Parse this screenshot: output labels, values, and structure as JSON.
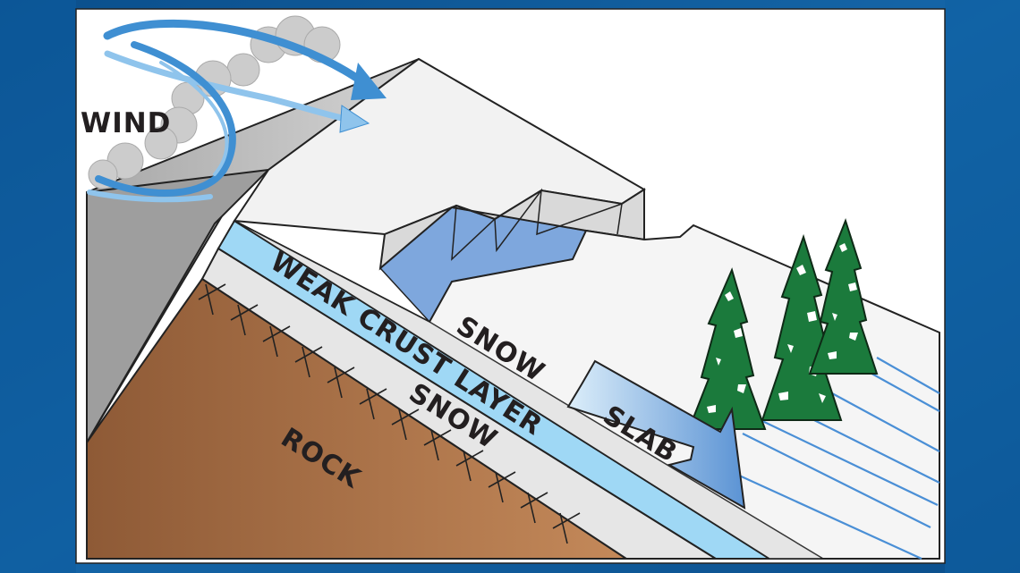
{
  "labels": {
    "wind": "WIND",
    "weak_layer": "WEAK CRUST LAYER",
    "snow_upper": "SNOW",
    "snow_lower": "SNOW",
    "slab": "SLAB",
    "rock": "ROCK"
  },
  "colors": {
    "frame_background": "#0d5c9c",
    "panel": "#ffffff",
    "rock": "#a9693f",
    "snow_face": "#e3e3e3",
    "weak_layer": "#9fd8f5",
    "gap": "#7ea7dd",
    "cliff": "#b4b4b4",
    "tree": "#1b7a3c",
    "wind": "#3f8fd2",
    "text": "#231f20"
  },
  "icons": [
    "wind-swirl-icon",
    "cloud-icon",
    "pine-tree-icon",
    "slab-arrow-icon"
  ]
}
